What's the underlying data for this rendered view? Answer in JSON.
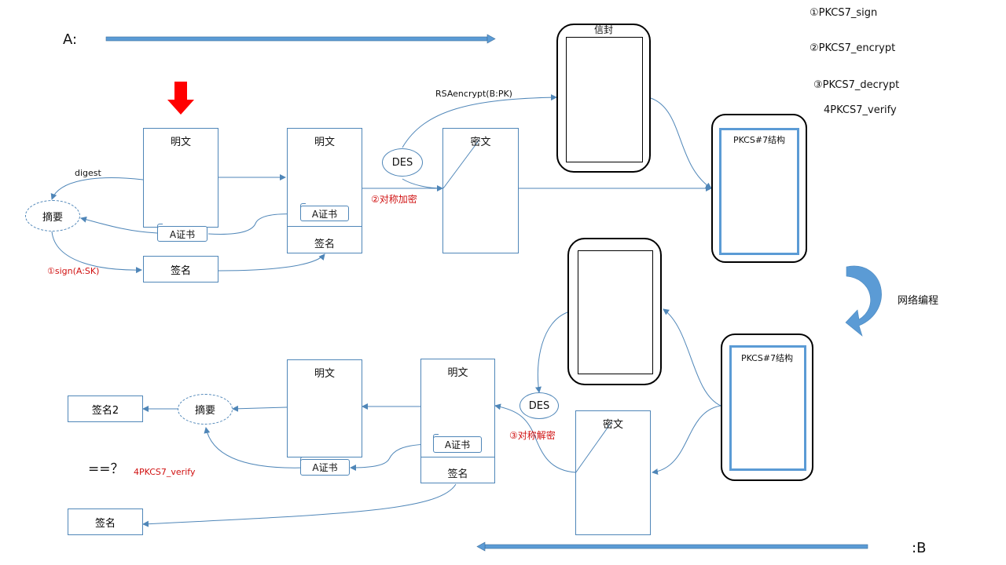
{
  "header": {
    "label_a": "A:",
    "label_b": ":B"
  },
  "legend": {
    "item1": "①PKCS7_sign",
    "item2": "②PKCS7_encrypt",
    "item3": "③PKCS7_decrypt",
    "item4": "4PKCS7_verify"
  },
  "sender": {
    "plaintext1": "明文",
    "digest_label": "digest",
    "digest_node": "摘要",
    "cert1": "A证书",
    "signature1": "签名",
    "sign_step": "①sign(A:SK)",
    "plaintext2": "明文",
    "cert2": "A证书",
    "signature2": "签名",
    "des": "DES",
    "encrypt_step": "②对称加密",
    "ciphertext": "密文",
    "rsa_label": "RSAencrypt(B:PK)",
    "envelope": "信封",
    "pkcs7": "PKCS#7结构"
  },
  "network": {
    "label": "网络编程"
  },
  "receiver": {
    "pkcs7": "PKCS#7结构",
    "ciphertext": "密文",
    "des": "DES",
    "decrypt_step": "③对称解密",
    "plaintext_right": "明文",
    "cert_right": "A证书",
    "signature_right": "签名",
    "plaintext_left": "明文",
    "cert_left": "A证书",
    "digest_node": "摘要",
    "signature2": "签名2",
    "compare": "==？",
    "verify_step": "4PKCS7_verify",
    "signature": "签名"
  },
  "colors": {
    "line": "#4f86b8",
    "arrow_fill": "#5b9bd5",
    "red_arrow": "#ff0000",
    "step_text": "#d01010"
  }
}
